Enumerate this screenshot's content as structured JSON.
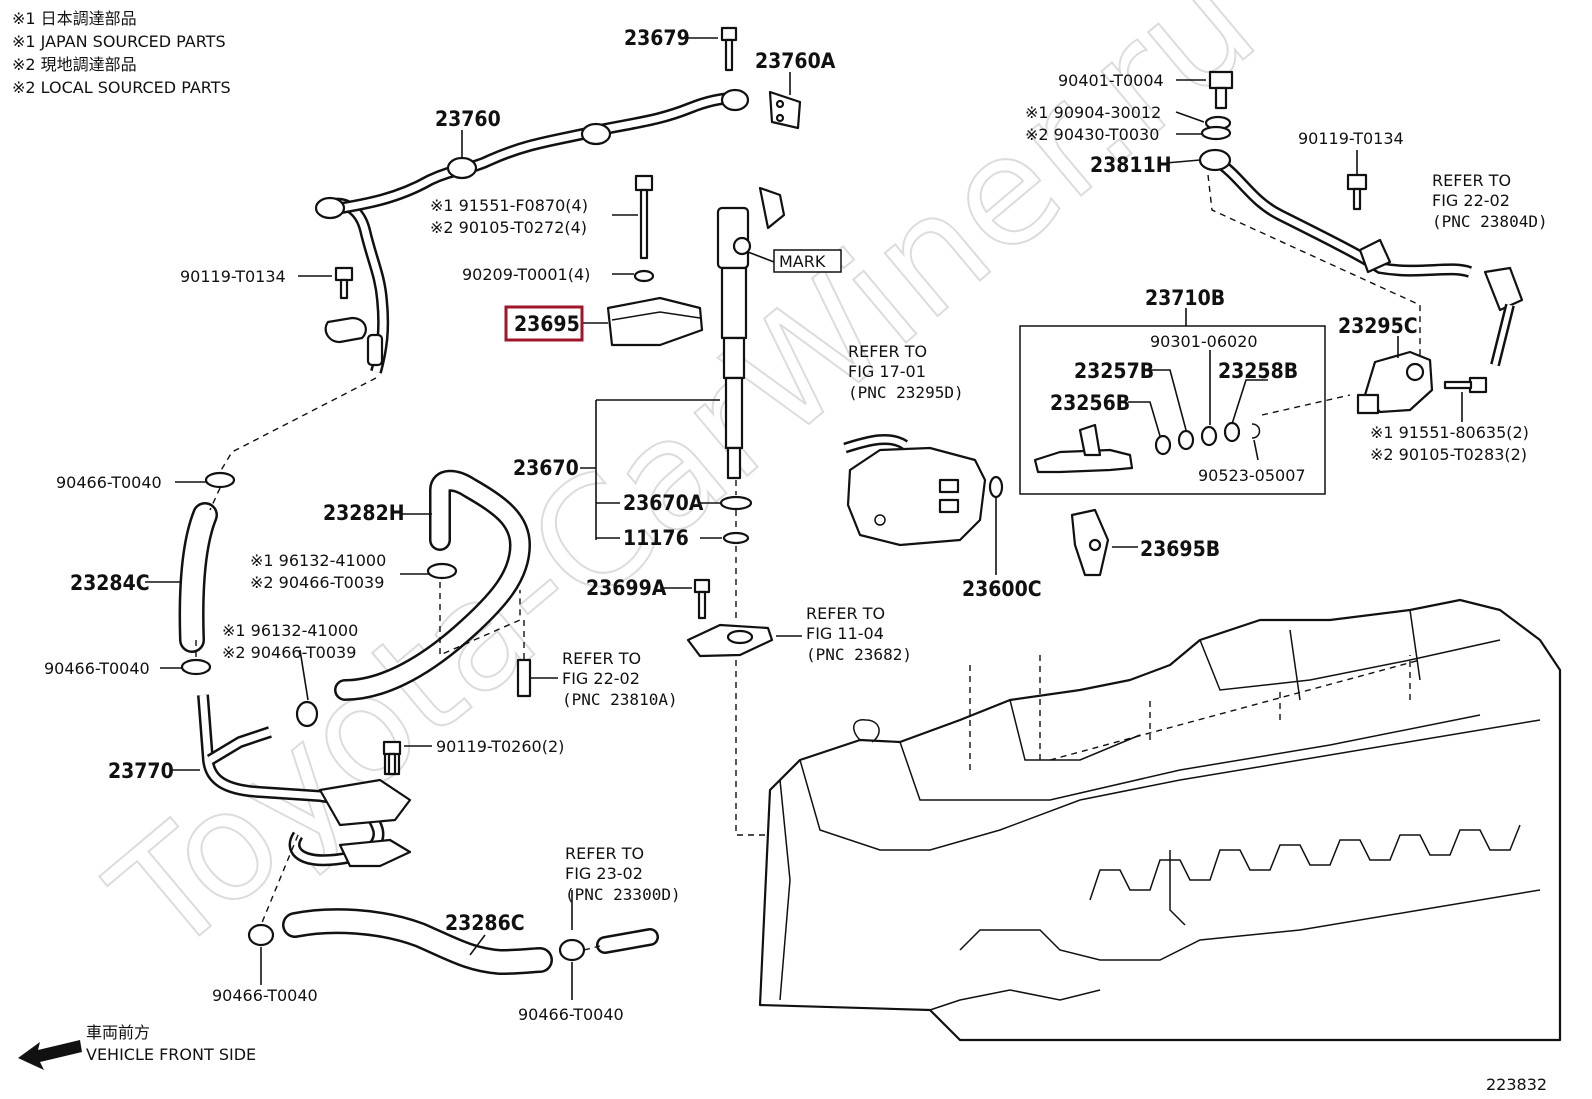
{
  "notes": [
    "※1  日本調達部品",
    "※1  JAPAN SOURCED PARTS",
    "※2  現地調達部品",
    "※2  LOCAL SOURCED PARTS"
  ],
  "watermark": "Toyota-CarWiner.ru",
  "diagram_number": "223832",
  "front_side": {
    "jp": "車両前方",
    "en": "VEHICLE FRONT SIDE"
  },
  "highlight_color": "#a0142c",
  "labels": {
    "p23679": "23679",
    "p23760A": "23760A",
    "p23760": "23760",
    "p91551F": "※1 91551-F0870(4)",
    "p90105T0272": "※2 90105-T0272(4)",
    "p90119a": "90119-T0134",
    "p90209": "90209-T0001(4)",
    "p23695": "23695",
    "mark": "MARK",
    "p23670": "23670",
    "p23670A": "23670A",
    "p11176": "11176",
    "p23699A": "23699A",
    "p90466a": "90466-T0040",
    "p23282H": "23282H",
    "p96132a": "※1 96132-41000",
    "p90466T0039a": "※2 90466-T0039",
    "p23284C": "23284C",
    "p96132b": "※1 96132-41000",
    "p90466T0039b": "※2 90466-T0039",
    "p90466b": "90466-T0040",
    "p90119T0260": "90119-T0260(2)",
    "p23770": "23770",
    "p23286C": "23286C",
    "p90466c": "90466-T0040",
    "p90466d": "90466-T0040",
    "p90401": "90401-T0004",
    "p90904": "※1 90904-30012",
    "p90430": "※2 90430-T0030",
    "p90119b": "90119-T0134",
    "p23811H": "23811H",
    "p23710B": "23710B",
    "p90301": "90301-06020",
    "p23257B": "23257B",
    "p23258B": "23258B",
    "p23256B": "23256B",
    "p90523": "90523-05007",
    "p23295C": "23295C",
    "p91551b": "※1 91551-80635(2)",
    "p90105T0283": "※2 90105-T0283(2)",
    "p23600C": "23600C",
    "p23695B": "23695B"
  },
  "refers": {
    "r1": [
      "REFER TO",
      "FIG 22-02",
      "(PNC 23804D)"
    ],
    "r2": [
      "REFER TO",
      "FIG 17-01",
      "(PNC 23295D)"
    ],
    "r3": [
      "REFER TO",
      "FIG 11-04",
      "(PNC 23682)"
    ],
    "r4": [
      "REFER TO",
      "FIG 22-02",
      "(PNC 23810A)"
    ],
    "r5": [
      "REFER TO",
      "FIG 23-02",
      "(PNC 23300D)"
    ]
  }
}
